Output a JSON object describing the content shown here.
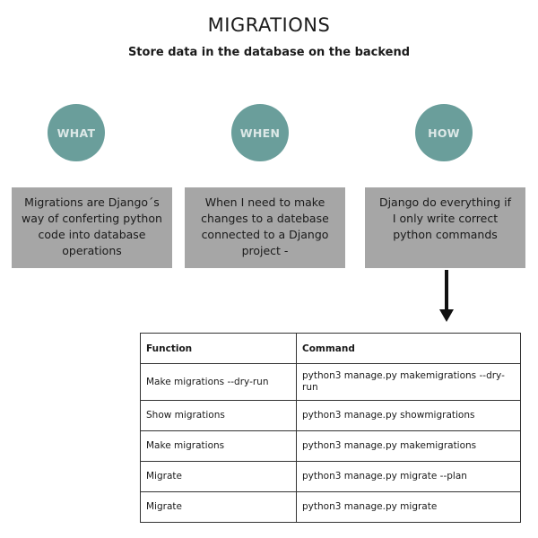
{
  "header": {
    "title": "MIGRATIONS",
    "subtitle": "Store data in the database on the backend"
  },
  "columns": [
    {
      "label": "WHAT",
      "text": "Migrations are Django´s way of conferting python code into database operations"
    },
    {
      "label": "WHEN",
      "text": "When I need to make changes to a datebase connected to a Django project -"
    },
    {
      "label": "HOW",
      "text": "Django do everything if I only write  correct python commands"
    }
  ],
  "table": {
    "headers": [
      "Function",
      "Command"
    ],
    "rows": [
      [
        "Make migrations --dry-run",
        "python3 manage.py makemigrations --dry-run"
      ],
      [
        "Show migrations",
        "python3 manage.py showmigrations"
      ],
      [
        "Make migrations",
        "python3 manage.py makemigrations"
      ],
      [
        "Migrate",
        "python3 manage.py migrate --plan"
      ],
      [
        "Migrate",
        "python3 manage.py migrate"
      ]
    ]
  },
  "colors": {
    "circle": "#6a9e9b",
    "circle_text": "#dce8e7",
    "box": "#a6a6a6",
    "arrow": "#111111"
  }
}
